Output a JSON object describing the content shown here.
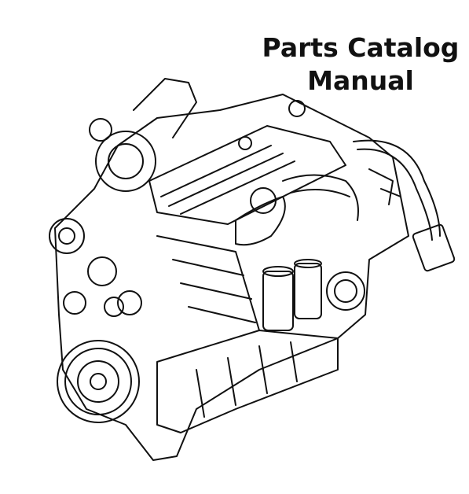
{
  "document": {
    "title_line_1": "Parts Catalog",
    "title_line_2": "Manual"
  },
  "illustration": {
    "subject": "engine-line-drawing",
    "stroke_color": "#111111",
    "background": "#ffffff"
  }
}
